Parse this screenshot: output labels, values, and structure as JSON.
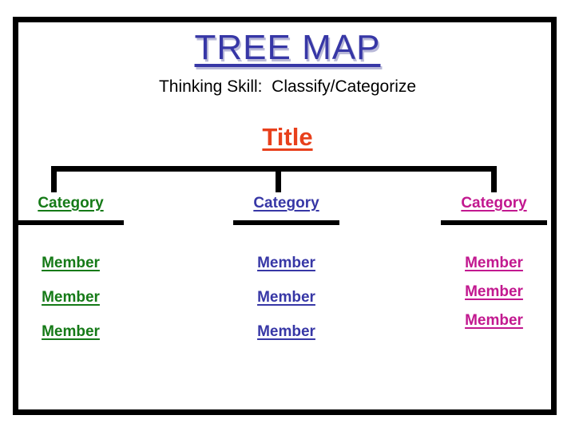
{
  "slide": {
    "title": "TREE MAP",
    "subtitle": "Thinking Skill:  Classify/Categorize",
    "root_label": "Title"
  },
  "colors": {
    "title_blue": "#3737a6",
    "title_shadow": "#b9b9d8",
    "root_orange": "#e8401c",
    "category_green": "#157a17",
    "category_blue": "#3737a6",
    "category_magenta": "#c2188f",
    "frame_black": "#000000",
    "background": "#ffffff"
  },
  "tree": {
    "columns": [
      {
        "category_label": "Category",
        "color": "#157a17",
        "spacing": "spaced",
        "members": [
          "Member",
          "Member",
          "Member"
        ]
      },
      {
        "category_label": "Category",
        "color": "#3737a6",
        "spacing": "spaced",
        "members": [
          "Member",
          "Member",
          "Member"
        ]
      },
      {
        "category_label": "Category",
        "color": "#c2188f",
        "spacing": "compact",
        "members": [
          "Member",
          "Member",
          "Member"
        ]
      }
    ]
  }
}
